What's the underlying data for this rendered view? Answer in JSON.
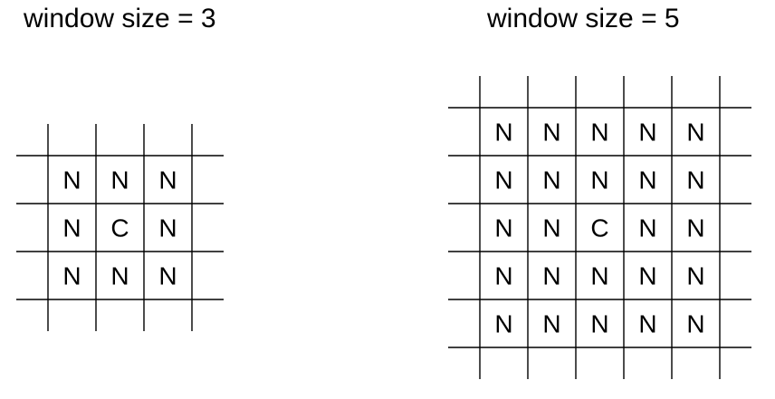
{
  "diagrams": [
    {
      "title": "window size = 3",
      "cells": [
        [
          "N",
          "N",
          "N"
        ],
        [
          "N",
          "C",
          "N"
        ],
        [
          "N",
          "N",
          "N"
        ]
      ]
    },
    {
      "title": "window size = 5",
      "cells": [
        [
          "N",
          "N",
          "N",
          "N",
          "N"
        ],
        [
          "N",
          "N",
          "N",
          "N",
          "N"
        ],
        [
          "N",
          "N",
          "C",
          "N",
          "N"
        ],
        [
          "N",
          "N",
          "N",
          "N",
          "N"
        ],
        [
          "N",
          "N",
          "N",
          "N",
          "N"
        ]
      ]
    }
  ]
}
